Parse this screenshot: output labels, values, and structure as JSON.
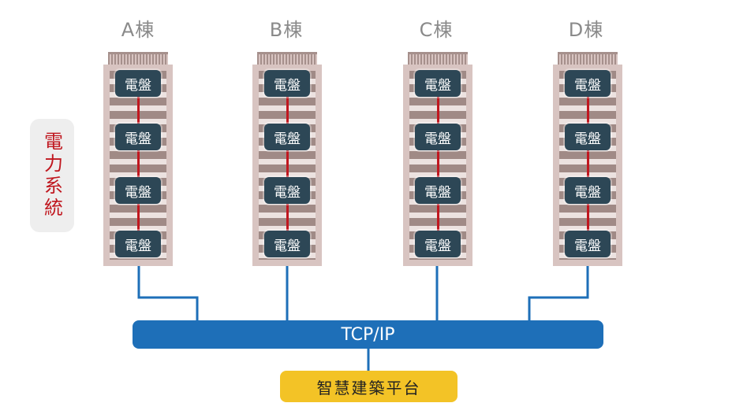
{
  "buildings": [
    {
      "label": "A棟",
      "panels": [
        "電盤",
        "電盤",
        "電盤",
        "電盤"
      ]
    },
    {
      "label": "B棟",
      "panels": [
        "電盤",
        "電盤",
        "電盤",
        "電盤"
      ]
    },
    {
      "label": "C棟",
      "panels": [
        "電盤",
        "電盤",
        "電盤",
        "電盤"
      ]
    },
    {
      "label": "D棟",
      "panels": [
        "電盤",
        "電盤",
        "電盤",
        "電盤"
      ]
    }
  ],
  "power_system_label": "電力系統",
  "network_bus_label": "TCP/IP",
  "platform_label": "智慧建築平台",
  "colors": {
    "panel": "#2d4756",
    "riser": "#c0171f",
    "network": "#1e6fb8",
    "platform": "#f3c326",
    "building": "#d8c4c1",
    "power_label_text": "#c0171f"
  }
}
